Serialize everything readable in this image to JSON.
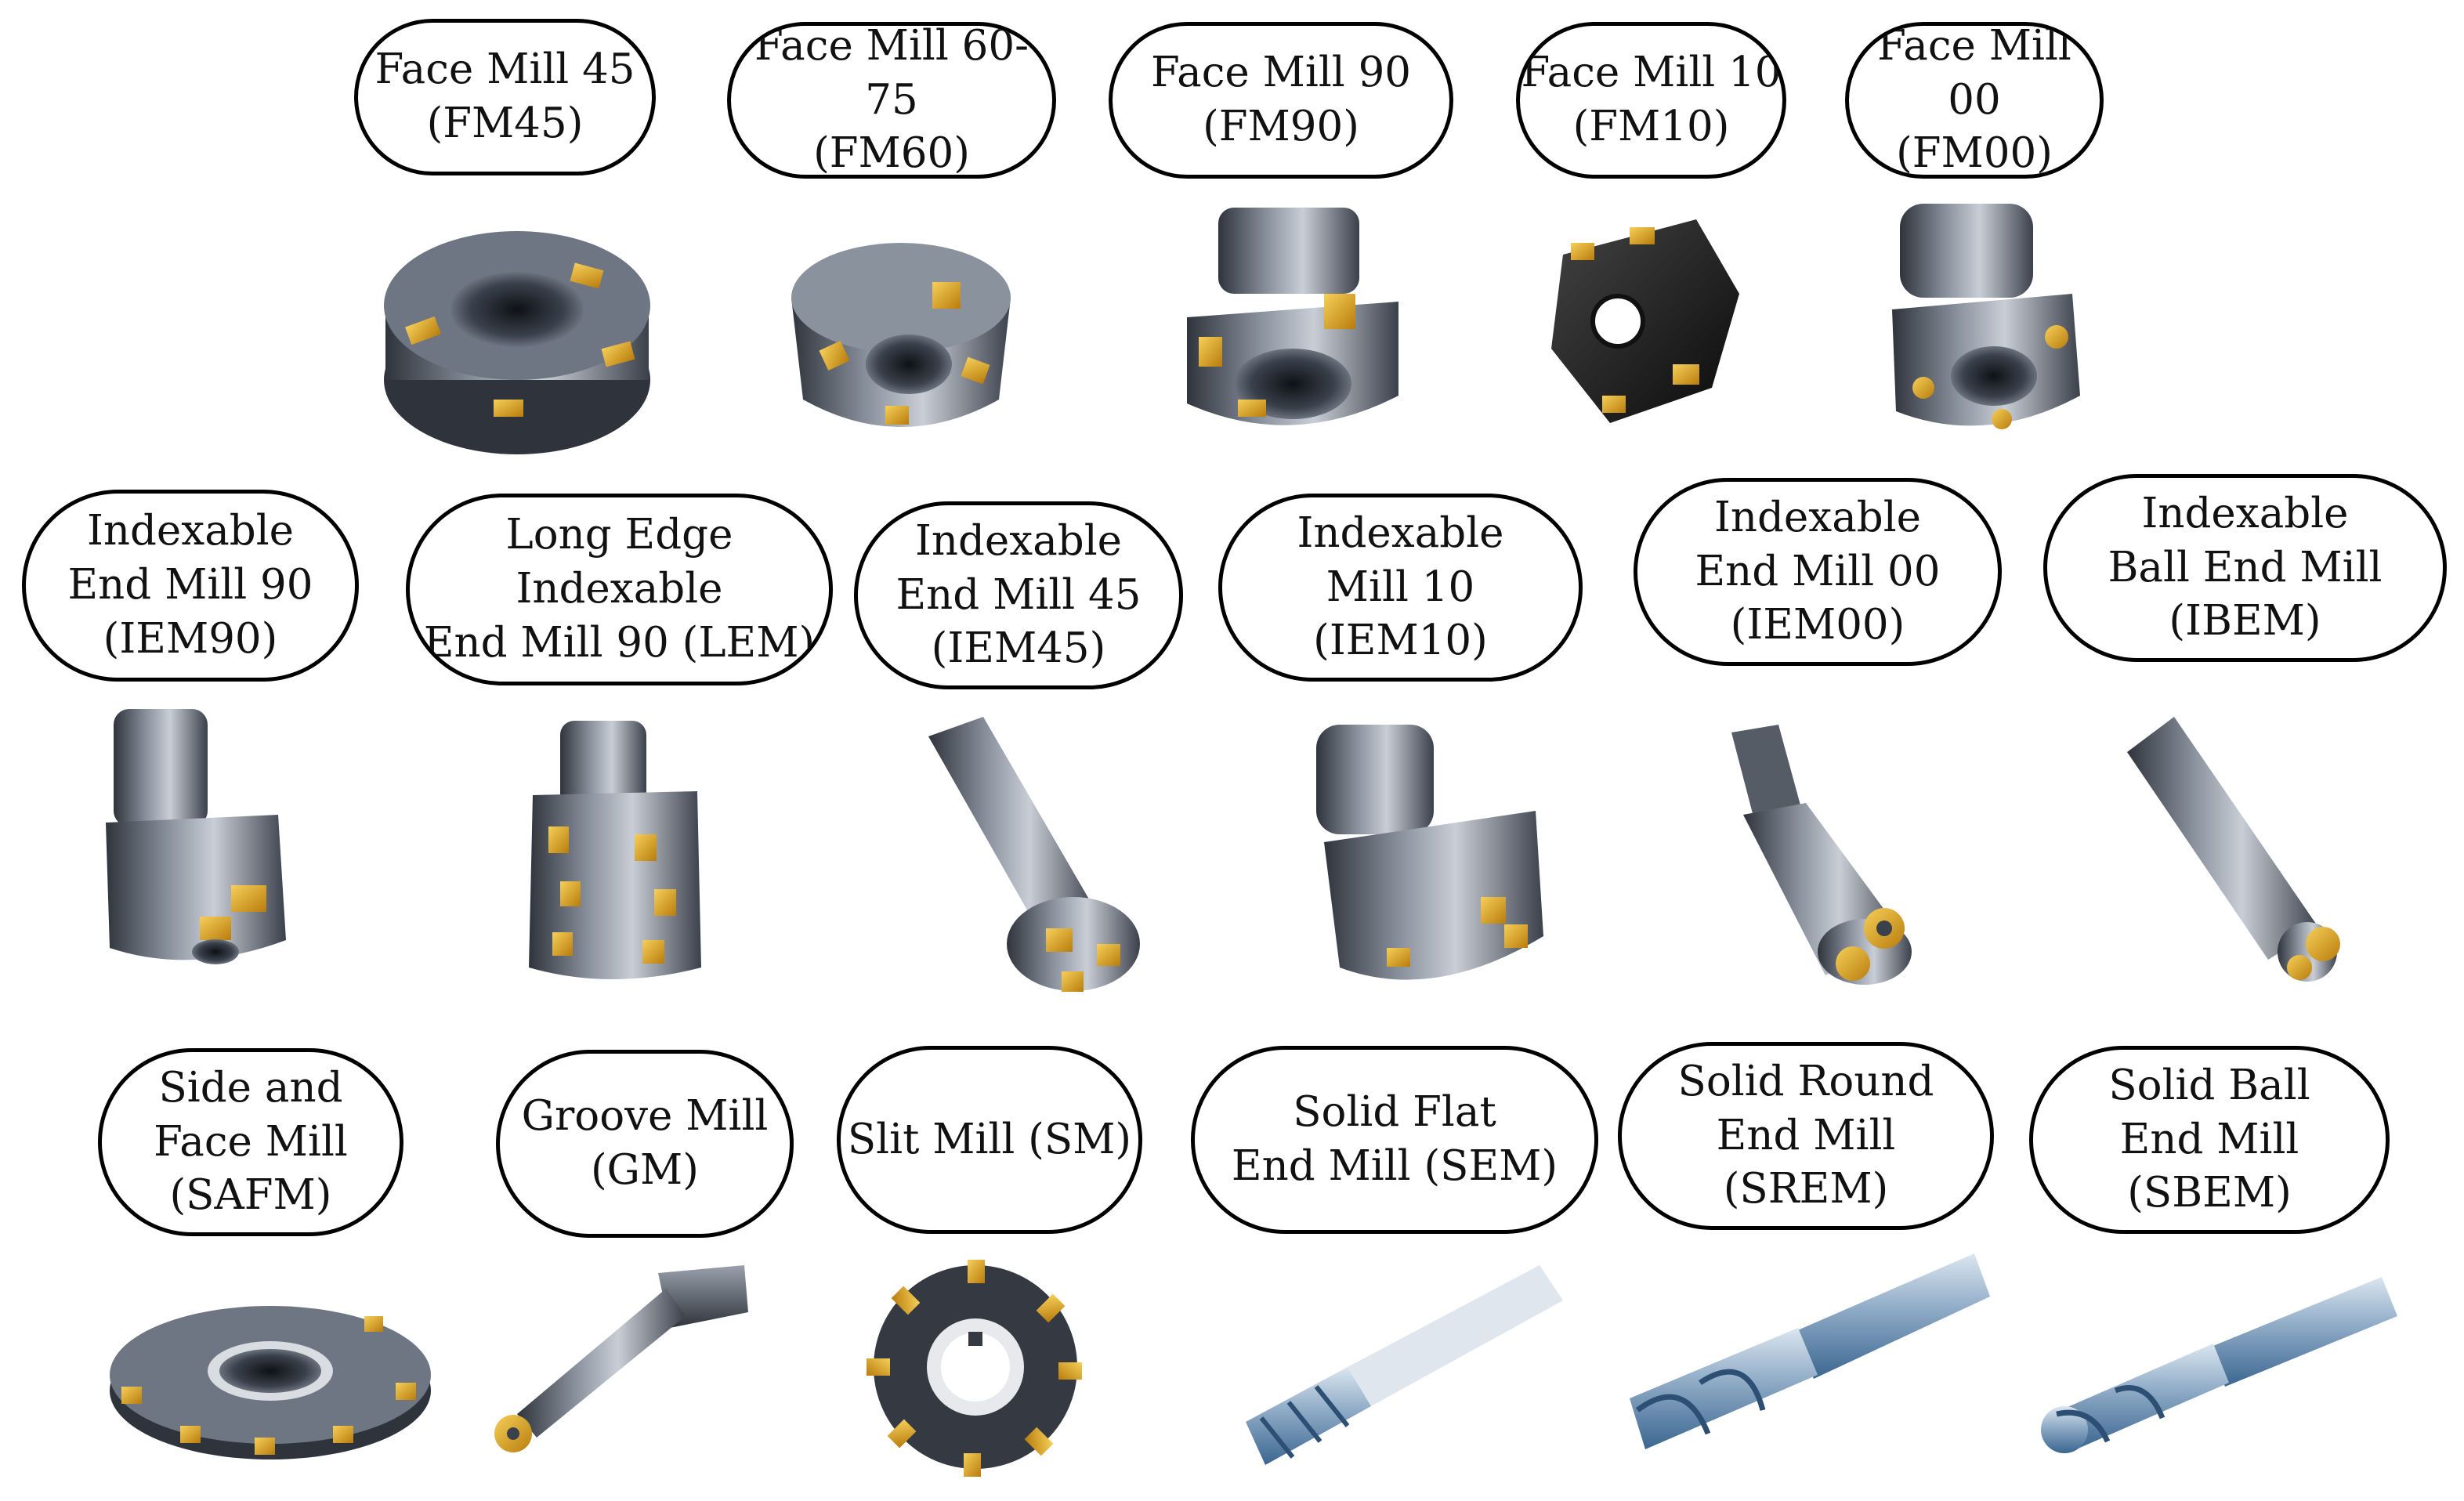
{
  "labels": {
    "fm45": "Face Mill 45\n(FM45)",
    "fm60": "Face Mill 60-75\n(FM60)",
    "fm90": "Face Mill 90\n(FM90)",
    "fm10": "Face Mill 10\n(FM10)",
    "fm00": "Face Mill 00\n(FM00)",
    "iem90": "Indexable\nEnd Mill 90\n(IEM90)",
    "lem": "Long Edge\nIndexable\nEnd Mill 90 (LEM)",
    "iem45": "Indexable\nEnd Mill 45\n(IEM45)",
    "iem10": "Indexable\nMill 10\n(IEM10)",
    "iem00": "Indexable\nEnd Mill 00\n(IEM00)",
    "ibem": "Indexable\nBall End Mill\n(IBEM)",
    "safm": "Side and\nFace Mill\n(SAFM)",
    "gm": "Groove Mill\n(GM)",
    "sm": "Slit Mill (SM)",
    "sem": "Solid Flat\nEnd Mill (SEM)",
    "srem": "Solid Round\nEnd Mill\n(SREM)",
    "sbem": "Solid Ball\nEnd Mill\n(SBEM)"
  },
  "colors": {
    "steel_dark": "#3b414b",
    "steel_mid": "#6e7683",
    "steel_light": "#b6bcc5",
    "insert_gold": "#e2a21a",
    "solid_blue": "#5d86ad",
    "body_black": "#161616"
  }
}
